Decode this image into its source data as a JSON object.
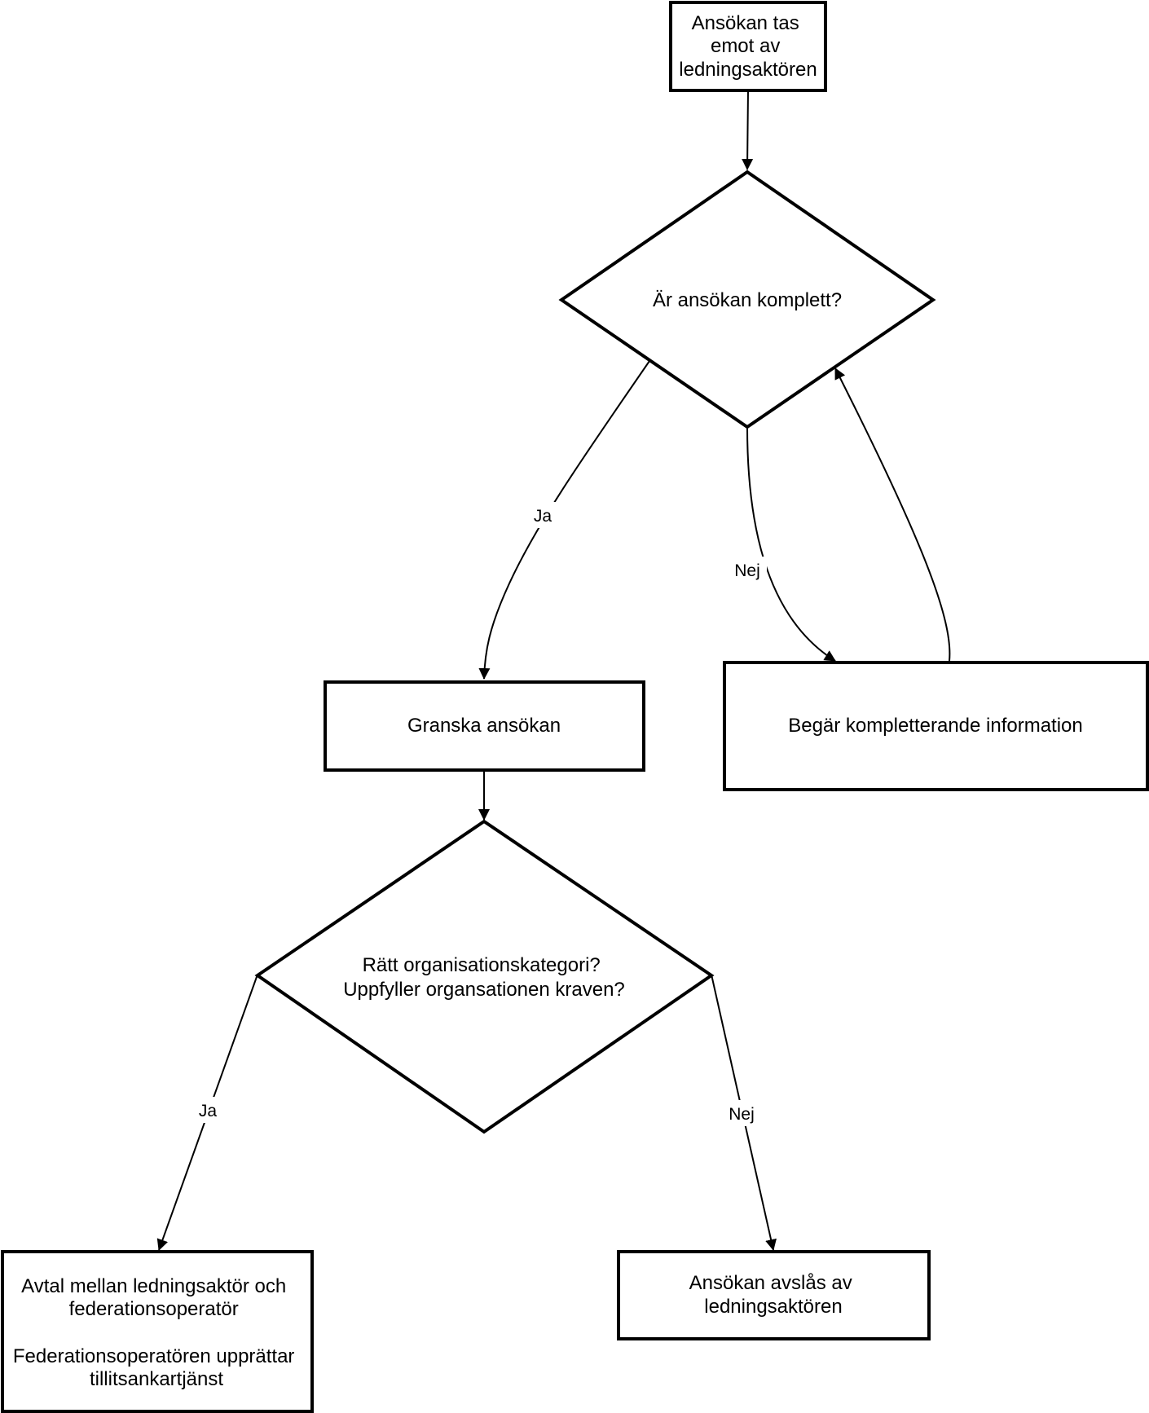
{
  "diagram": {
    "nodes": {
      "start": {
        "lines": [
          "Ansökan tas",
          "emot av",
          "ledningsaktören"
        ]
      },
      "decision_complete": {
        "lines": [
          "Är ansökan komplett?"
        ]
      },
      "review": {
        "lines": [
          "Granska ansökan"
        ]
      },
      "request_info": {
        "lines": [
          "Begär kompletterande information"
        ]
      },
      "decision_category": {
        "lines": [
          "Rätt organisationskategori?",
          "Uppfyller organsationen kraven?"
        ]
      },
      "agreement": {
        "lines": [
          "Avtal mellan ledningsaktör och",
          "federationsoperatör",
          "",
          "Federationsoperatören upprättar",
          "tillitsankartjänst"
        ]
      },
      "rejected": {
        "lines": [
          "Ansökan avslås av",
          "ledningsaktören"
        ]
      }
    },
    "edges": {
      "complete_yes": "Ja",
      "complete_no": "Nej",
      "category_yes": "Ja",
      "category_no": "Nej"
    },
    "colors": {
      "stroke": "#000000",
      "fill": "#ffffff",
      "text": "#000000"
    }
  }
}
